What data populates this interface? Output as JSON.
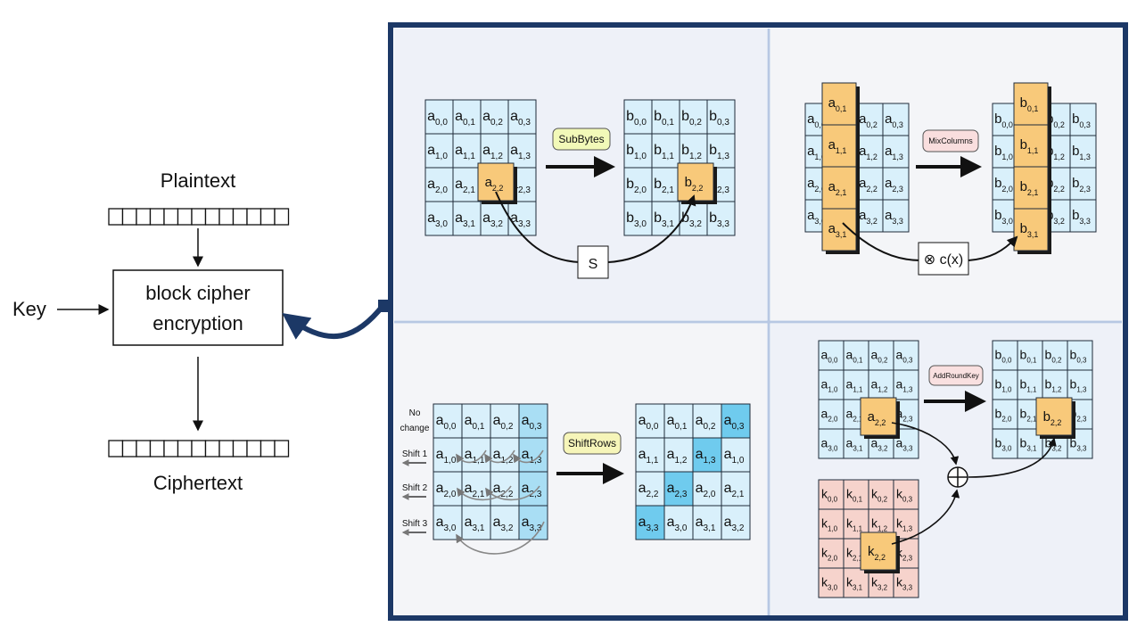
{
  "left": {
    "plaintext_label": "Plaintext",
    "ciphertext_label": "Ciphertext",
    "key_label": "Key",
    "block_line1": "block cipher",
    "block_line2": "encryption"
  },
  "panels": {
    "subbytes": {
      "label": "SubBytes",
      "sbox_label": "S",
      "in_prefix": "a",
      "out_prefix": "b"
    },
    "mixcolumns": {
      "label": "MixColumns",
      "mult_label": "⊗ c(x)",
      "in_prefix": "a",
      "out_prefix": "b"
    },
    "shiftrows": {
      "label": "ShiftRows",
      "row_labels": [
        "No change",
        "Shift 1",
        "Shift 2",
        "Shift 3"
      ],
      "in_prefix": "a"
    },
    "addroundkey": {
      "label": "AddRoundKey",
      "in_prefix": "a",
      "key_prefix": "k",
      "out_prefix": "b"
    }
  },
  "colors": {
    "frame": "#1c3866",
    "panel_bg": "#eef1f8",
    "panel_bg2": "#f4f5f8",
    "divider": "#b7c8e3",
    "cell_light": "#d9f0fb",
    "cell_mid": "#a9def4",
    "cell_dark": "#6fcbee",
    "highlight": "#f8c97a",
    "key_cell": "#f6d3cc",
    "subbytes_btn": "#f2f9b8",
    "mix_btn": "#f9dede",
    "shift_btn": "#f6f5b9",
    "ark_btn": "#f9e0e0"
  }
}
